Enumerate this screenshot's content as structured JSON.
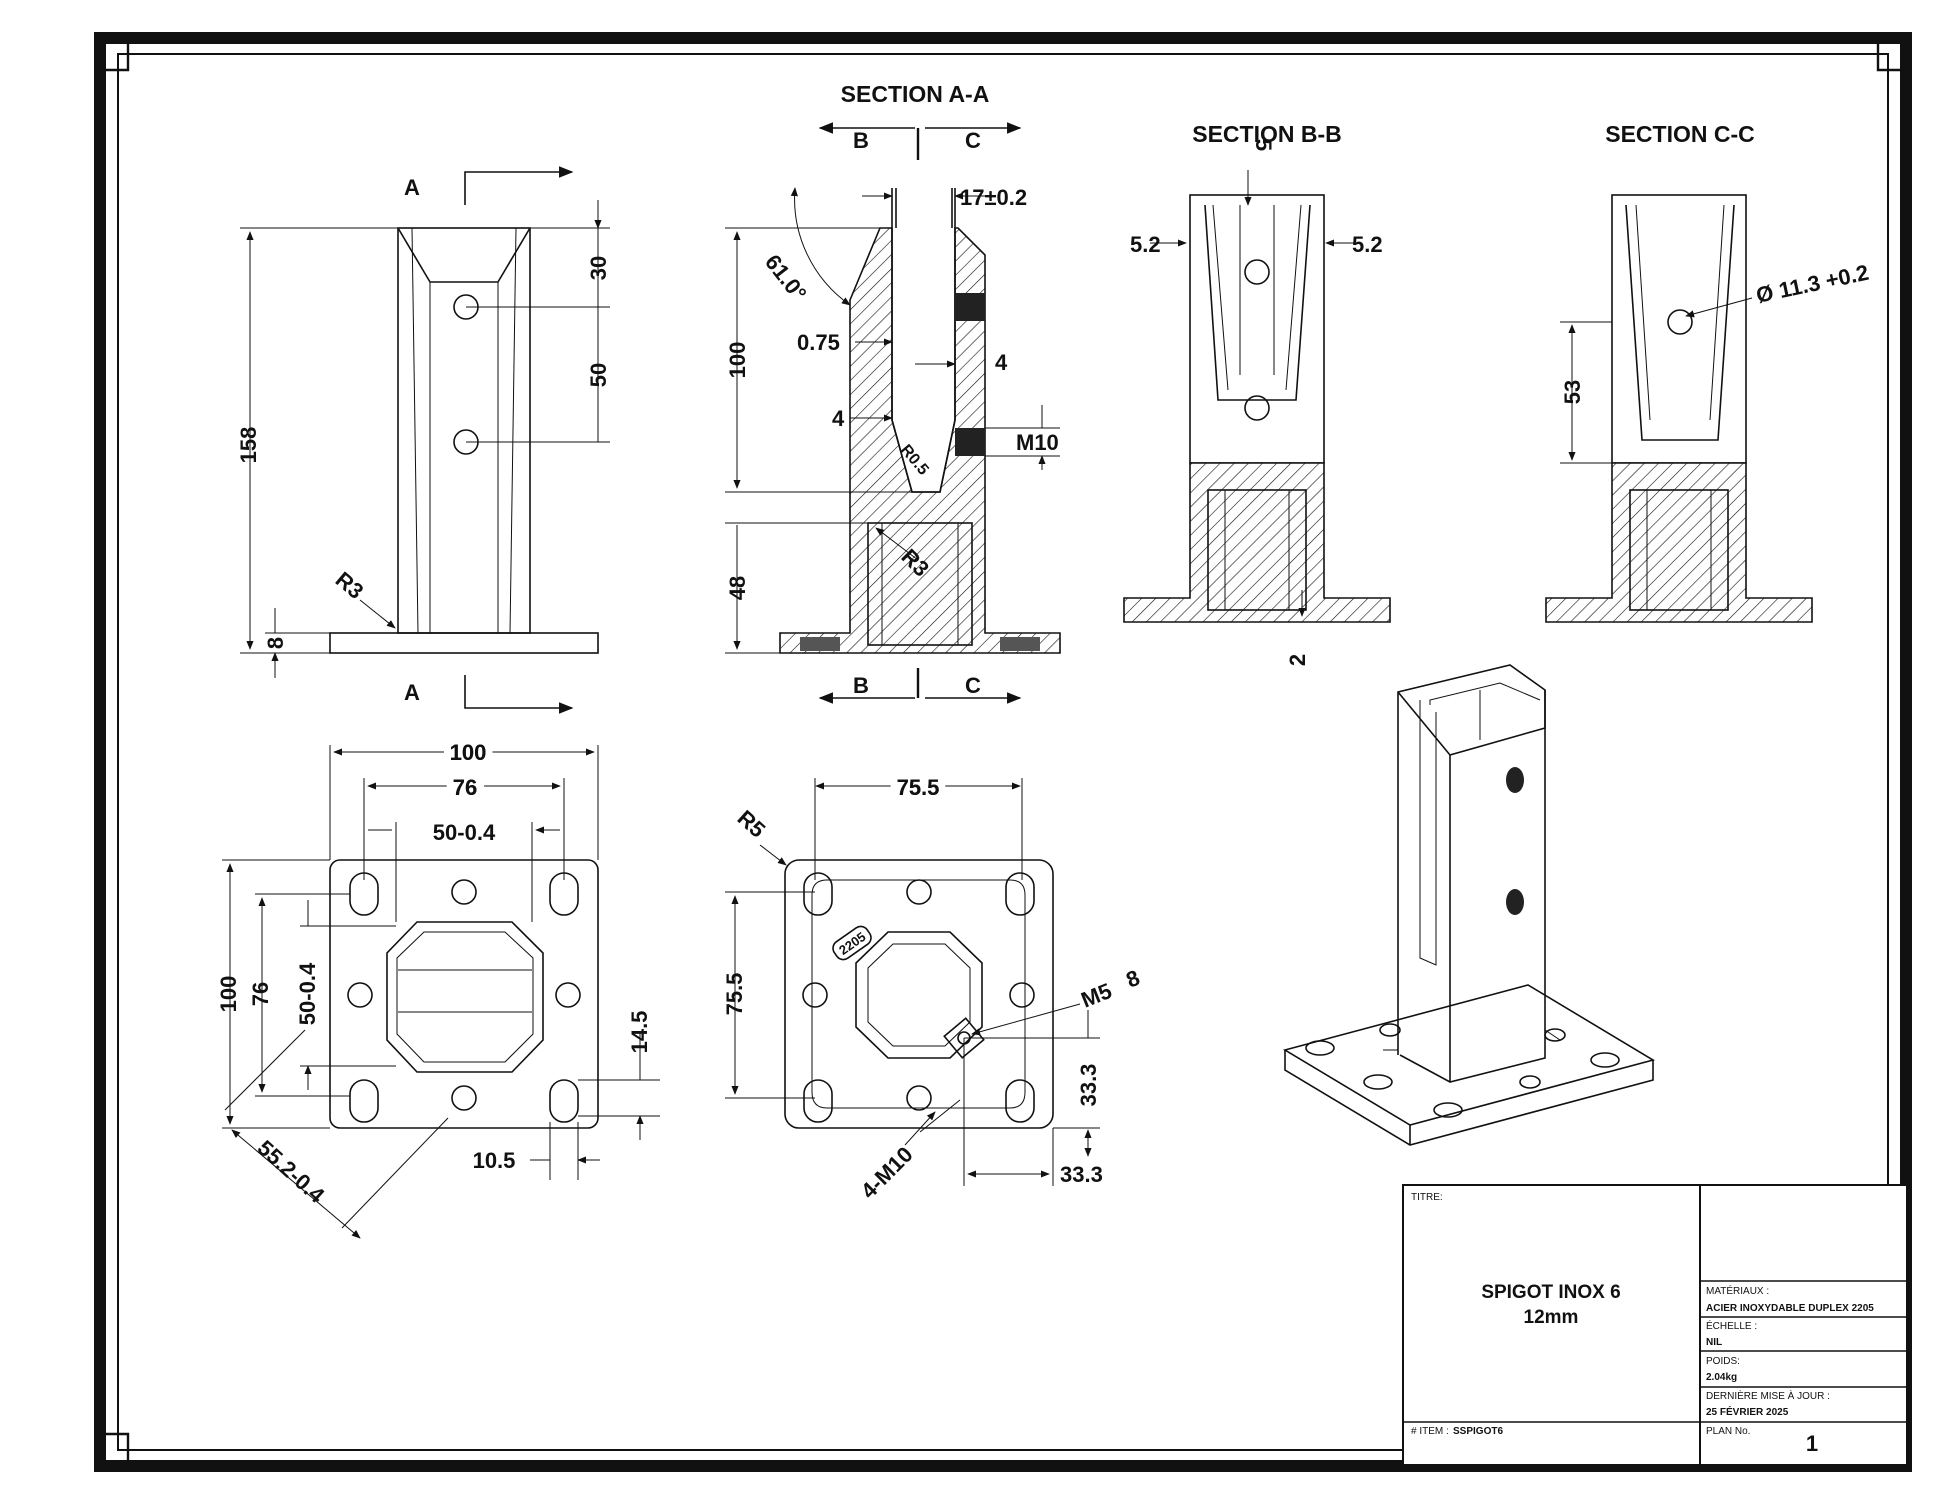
{
  "views": {
    "front": {
      "cut_label_top": "A",
      "cut_label_bottom": "A",
      "dims": [
        "158",
        "30",
        "50",
        "8",
        "R3"
      ]
    },
    "section_aa": {
      "title": "SECTION A-A",
      "cut_b": "B",
      "cut_c": "C",
      "cut_b2": "B",
      "cut_c2": "C",
      "dims": [
        "17±0.2",
        "61.0°",
        "100",
        "0.75",
        "4",
        "4",
        "M10",
        "R0.5",
        "48",
        "R3"
      ]
    },
    "section_bb": {
      "title": "SECTION B-B",
      "dims": [
        "5",
        "5.2",
        "5.2",
        "2"
      ]
    },
    "section_cc": {
      "title": "SECTION C-C",
      "dims": [
        "Ø 11.3 +0.2",
        "53"
      ]
    },
    "bottom": {
      "dims": [
        "100",
        "76",
        "50-0.4",
        "100",
        "76",
        "50-0.4",
        "14.5",
        "10.5",
        "55.2-0.4"
      ]
    },
    "top": {
      "dims": [
        "75.5",
        "R5",
        "75.5",
        "M5",
        "8",
        "33.3",
        "33.3",
        "4-M10"
      ],
      "stamp": "2205"
    }
  },
  "title_block": {
    "titre_label": "TITRE:",
    "title_line1": "SPIGOT INOX 6",
    "title_line2": "12mm",
    "materiaux_label": "MATÉRIAUX :",
    "materiaux_value": "ACIER INOXYDABLE DUPLEX 2205",
    "echelle_label": "ÉCHELLE :",
    "echelle_value": "NIL",
    "poids_label": "POIDS:",
    "poids_value": "2.04kg",
    "maj_label": "DERNIÈRE MISE À JOUR :",
    "maj_value": "25 FÉVRIER 2025",
    "item_label": "# ITEM :",
    "item_value": "SSPIGOT6",
    "plan_label": "PLAN No.",
    "plan_value": "1"
  }
}
